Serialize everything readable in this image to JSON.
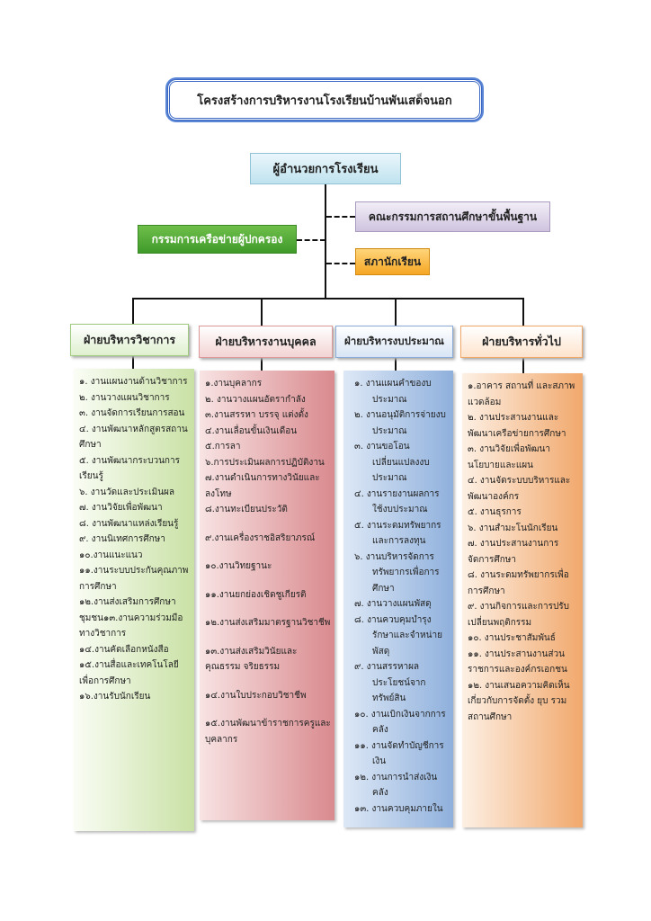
{
  "title": "โครงสร้างการบริหารงานโรงเรียนบ้านพันเสด็จนอก",
  "director": "ผู้อำนวยการโรงเรียน",
  "board": "คณะกรรมการสถานศึกษาขั้นพื้นฐาน",
  "parents": "กรรมการเครือข่ายผู้ปกครอง",
  "council": "สภานักเรียน",
  "departments": [
    {
      "name": "ฝ่ายบริหารวิชาการ",
      "items": [
        "๑. งานแผนงานด้านวิชาการ",
        "๒. งานวางแผนวิชาการ",
        "๓. งานจัดการเรียนการสอน",
        "๔. งานพัฒนาหลักสูตรสถานศึกษา",
        "๕. งานพัฒนากระบวนการเรียนรู้",
        "๖. งานวัดและประเมินผล",
        "๗. งานวิจัยเพื่อพัฒนา",
        "๘. งานพัฒนาแหล่งเรียนรู้",
        "๙. งานนิเทศการศึกษา",
        "๑๐.งานแนะแนว",
        "๑๑.งานระบบประกันคุณภาพการศึกษา",
        "๑๒.งานส่งเสริมการศึกษาชุมชน๑๓.งานความร่วมมือทางวิชาการ",
        "๑๔.งานคัดเลือกหนังสือ",
        "๑๕.งานสื่อและเทคโนโลยีเพื่อการศึกษา",
        "๑๖.งานรับนักเรียน"
      ]
    },
    {
      "name": "ฝ่ายบริหารงานบุคคล",
      "items": [
        "๑.งานบุคลากร",
        "๒. งานวางแผนอัตรากำลัง",
        "๓.งานสรรหา บรรจุ แต่งตั้ง",
        "๔.งานเลื่อนขั้นเงินเดือน",
        "๕.การลา",
        "๖.การประเมินผลการปฏิบัติงาน",
        "๗.งานดำเนินการทางวินัยและลงโทษ",
        "๘.งานทะเบียนประวัติ",
        "๙.งานเครื่องราชอิสริยาภรณ์",
        "๑๐.งานวิทยฐานะ",
        "๑๑.งานยกย่องเชิดชูเกียรติ",
        "๑๒.งานส่งเสริมมาตรฐานวิชาชีพ",
        "๑๓.งานส่งเสริมวินัยและคุณธรรม จริยธรรม",
        "๑๔.งานใบประกอบวิชาชีพ",
        "๑๕.งานพัฒนาข้าราชการครูและบุคลากร"
      ]
    },
    {
      "name": "ฝ่ายบริหารงบประมาณ",
      "items": [
        "๑. งานแผนคำของบประมาณ",
        "๒. งานอนุมัติการจ่ายงบประมาณ",
        "๓. งานขอโอนเปลี่ยนแปลงงบประมาณ",
        "๔. งานรายงานผลการใช้งบประมาณ",
        "๕. งานระดมทรัพยากรและการลงทุน",
        "๖. งานบริหารจัดการทรัพยากรเพื่อการศึกษา",
        "๗. งานวางแผนพัสดุ",
        "๘. งานควบคุมบำรุงรักษาและจำหน่ายพัสดุ",
        "๙. งานสรรหาผลประโยชน์จากทรัพย์สิน",
        "๑๐. งานเบิกเงินจากการคลัง",
        "๑๑. งานจัดทำบัญชีการเงิน",
        "๑๒. งานการนำส่งเงินคลัง",
        "๑๓. งานควบคุมภายใน"
      ]
    },
    {
      "name": "ฝ่ายบริหารทั่วไป",
      "items": [
        "๑.อาคาร สถานที่ และสภาพแวดล้อม",
        "๒. งานประสานงานและพัฒนาเครือข่ายการศึกษา",
        "๓. งานวิจัยเพื่อพัฒนานโยบายและแผน",
        "๔. งานจัดระบบบริหารและพัฒนาองค์กร",
        "๕. งานธุรการ",
        "๖. งานสำมะโนนักเรียน",
        "๗. งานประสานงานการจัดการศึกษา",
        "๘. งานระดมทรัพยากรเพื่อการศึกษา",
        "๙. งานกิจการและการปรับเปลี่ยนพฤติกรรม",
        "๑๐. งานประชาสัมพันธ์",
        "๑๑. งานประสานงานส่วนราชการและองค์กรเอกชน",
        "๑๒. งานเสนอความคิดเห็นเกี่ยวกับการจัดตั้ง ยุบ รวม สถานศึกษา"
      ]
    }
  ]
}
